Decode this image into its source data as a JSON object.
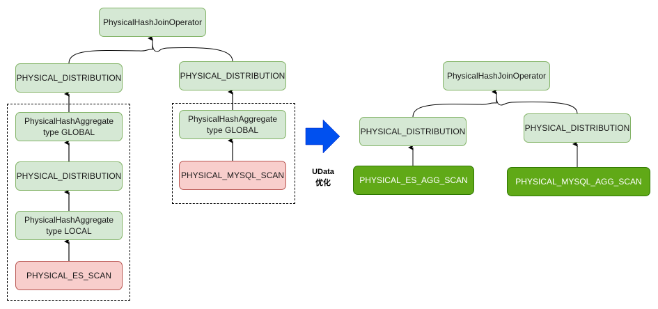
{
  "before": {
    "root": "PhysicalHashJoinOperator",
    "left_branch": {
      "distribution": "PHYSICAL_DISTRIBUTION",
      "agg_global": "PhysicalHashAggregate\ntype GLOBAL",
      "distribution_inner": "PHYSICAL_DISTRIBUTION",
      "agg_local": "PhysicalHashAggregate\ntype LOCAL",
      "scan": "PHYSICAL_ES_SCAN"
    },
    "right_branch": {
      "distribution": "PHYSICAL_DISTRIBUTION",
      "agg_global": "PhysicalHashAggregate\ntype GLOBAL",
      "scan": "PHYSICAL_MYSQL_SCAN"
    }
  },
  "transform": {
    "line1": "UData",
    "line2": "优化",
    "arrow_color": "#0050ef"
  },
  "after": {
    "root": "PhysicalHashJoinOperator",
    "left_branch": {
      "distribution": "PHYSICAL_DISTRIBUTION",
      "scan": "PHYSICAL_ES_AGG_SCAN"
    },
    "right_branch": {
      "distribution": "PHYSICAL_DISTRIBUTION",
      "scan": "PHYSICAL_MYSQL_AGG_SCAN"
    }
  },
  "colors": {
    "node_fill": "#d5e8d4",
    "node_stroke": "#82b366",
    "scan_fill": "#f8cecc",
    "scan_stroke": "#b85450",
    "pushed_fill": "#60a917",
    "pushed_stroke": "#2d7600"
  }
}
